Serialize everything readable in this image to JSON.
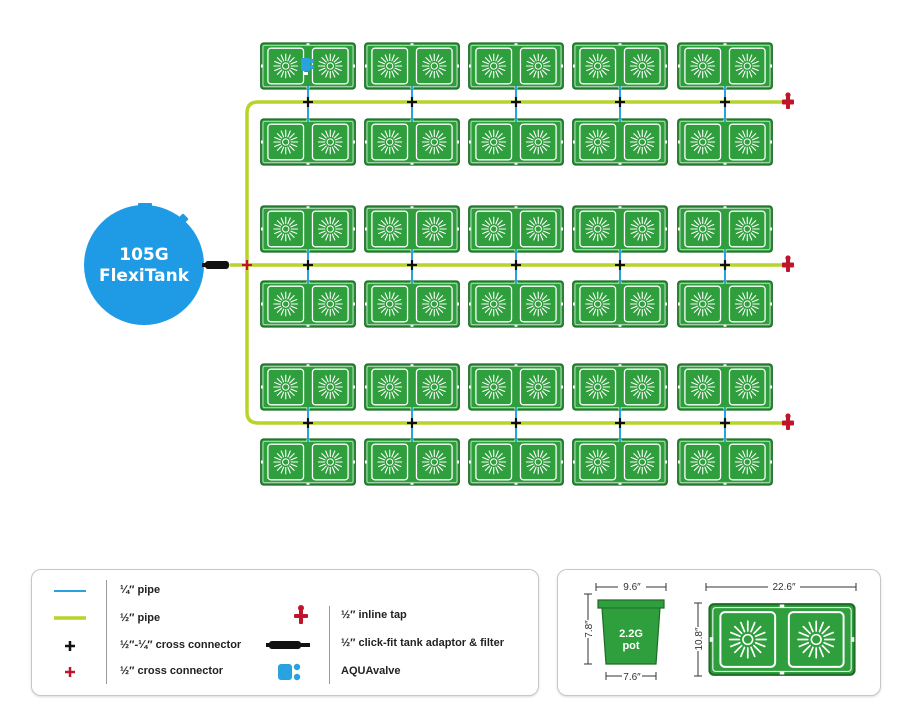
{
  "tank": {
    "line1": "105G",
    "line2": "FlexiTank"
  },
  "layout": {
    "pair_rows": 3,
    "trays_per_row": 5
  },
  "colors": {
    "tray_green": "#2f9e3c",
    "tray_border": "#1d6b27",
    "half_inch_pipe": "#b7d42a",
    "quarter_inch_pipe": "#29a3e0",
    "tank_blue": "#1f9be6",
    "connector_black": "#111111",
    "connector_red": "#c0142a"
  },
  "legend": {
    "items": [
      {
        "symbol": "quarter-pipe",
        "label": "¼″ pipe"
      },
      {
        "symbol": "half-pipe",
        "label": "½″ pipe"
      },
      {
        "symbol": "black-cross",
        "label": "½″-¼″ cross connector"
      },
      {
        "symbol": "red-cross",
        "label": "½″ cross connector"
      },
      {
        "symbol": "inline-tap",
        "label": "½″ inline tap"
      },
      {
        "symbol": "tank-adaptor",
        "label": "½″ click-fit tank adaptor & filter"
      },
      {
        "symbol": "aquavalve",
        "label": "AQUAvalve"
      }
    ]
  },
  "dimensions": {
    "pot_width_top": "9.6″",
    "pot_width_bottom": "7.6″",
    "pot_height": "7.8″",
    "pot_label_line1": "2.2G",
    "pot_label_line2": "pot",
    "tray_width": "22.6″",
    "tray_height": "10.8″"
  }
}
